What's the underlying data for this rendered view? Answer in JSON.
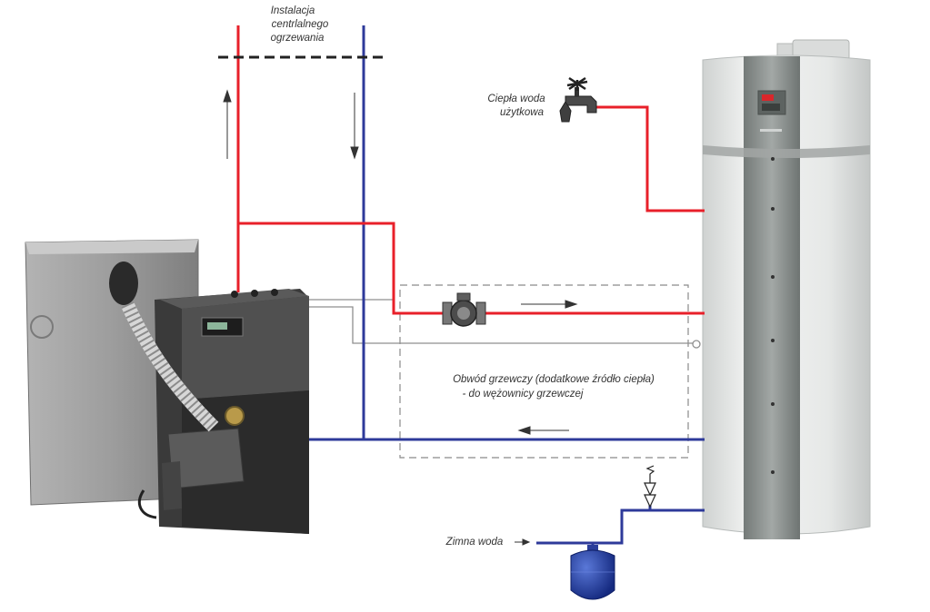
{
  "labels": {
    "central_heating_line1": "Instalacja",
    "central_heating_line2": "centrlalnego",
    "central_heating_line3": "ogrzewania",
    "hot_water_line1": "Ciepła woda",
    "hot_water_line2": "użytkowa",
    "heating_circuit_line1": "Obwód grzewczy (dodatkowe źródło ciepła)",
    "heating_circuit_line2": "- do wężownicy grzewczej",
    "cold_water": "Zimna woda"
  },
  "colors": {
    "supply_pipe": "#e8202a",
    "return_pipe": "#2e3a9a",
    "boiler_body": "#9a9a9a",
    "boiler_front": "#2c2c2c",
    "tank_body": "#e9ebea",
    "tank_stripe": "#8d9290",
    "expansion_vessel": "#1f3aa0"
  },
  "icons": {
    "tap": "water-tap-icon",
    "pump": "circulation-pump-icon",
    "safety_valve": "safety-valve-icon",
    "expansion_vessel": "expansion-vessel-icon"
  }
}
